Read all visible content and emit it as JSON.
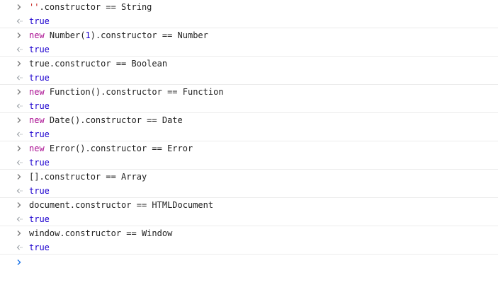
{
  "colors": {
    "input_chevron": "#7a7a7a",
    "output_arrow": "#9aa0a6",
    "prompt_chevron": "#1a73e8",
    "string": "#c41a16",
    "keyword": "#aa0d91",
    "number": "#1c00cf",
    "result": "#1c00cf",
    "separator": "#ececec"
  },
  "entries": [
    {
      "input": [
        {
          "t": "''",
          "k": "str"
        },
        {
          "t": ".constructor == String",
          "k": "plain"
        }
      ],
      "output": "true"
    },
    {
      "input": [
        {
          "t": "new",
          "k": "kw"
        },
        {
          "t": " Number(",
          "k": "plain"
        },
        {
          "t": "1",
          "k": "num"
        },
        {
          "t": ").constructor == Number",
          "k": "plain"
        }
      ],
      "output": "true"
    },
    {
      "input": [
        {
          "t": "true.constructor == Boolean",
          "k": "plain"
        }
      ],
      "output": "true"
    },
    {
      "input": [
        {
          "t": "new",
          "k": "kw"
        },
        {
          "t": " Function().constructor == Function",
          "k": "plain"
        }
      ],
      "output": "true"
    },
    {
      "input": [
        {
          "t": "new",
          "k": "kw"
        },
        {
          "t": " Date().constructor == Date",
          "k": "plain"
        }
      ],
      "output": "true"
    },
    {
      "input": [
        {
          "t": "new",
          "k": "kw"
        },
        {
          "t": " Error().constructor == Error",
          "k": "plain"
        }
      ],
      "output": "true"
    },
    {
      "input": [
        {
          "t": "[].constructor == Array",
          "k": "plain"
        }
      ],
      "output": "true"
    },
    {
      "input": [
        {
          "t": "document.constructor == HTMLDocument",
          "k": "plain"
        }
      ],
      "output": "true"
    },
    {
      "input": [
        {
          "t": "window.constructor == Window",
          "k": "plain"
        }
      ],
      "output": "true"
    }
  ],
  "prompt": {
    "value": "",
    "icon": "prompt-chevron-icon"
  },
  "icons": {
    "input": "input-chevron-icon",
    "output": "output-arrow-icon"
  }
}
